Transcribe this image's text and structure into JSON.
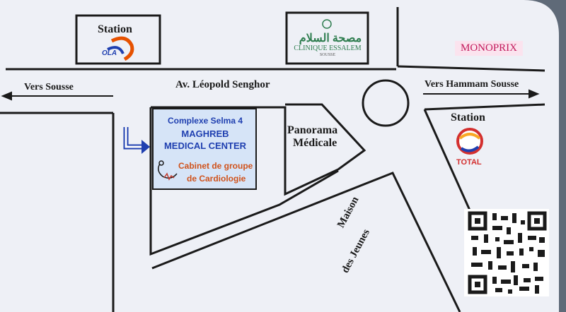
{
  "roads": {
    "main_avenue": "Av. Léopold Senghor",
    "left_direction": "Vers Sousse",
    "right_direction": "Vers Hammam Sousse"
  },
  "landmarks": {
    "station_ola": {
      "label": "Station",
      "logo_text": "OLA"
    },
    "clinique": {
      "arabic": "مصحة السلام",
      "latin": "CLINIQUE ESSALEM",
      "city": "SOUSSE"
    },
    "monoprix": {
      "label": "MONOPRIX"
    },
    "station_total": {
      "label": "Station",
      "logo_text": "TOTAL"
    },
    "panorama": {
      "line1": "Panorama",
      "line2": "Médicale"
    },
    "maison": {
      "line1": "Maison",
      "line2": "des Jeunes"
    }
  },
  "medical_center": {
    "line1": "Complexe Selma 4",
    "line2": "MAGHREB",
    "line3": "MEDICAL CENTER",
    "line4": "Cabinet de groupe",
    "line5": "de Cardiologie"
  },
  "colors": {
    "card": "#eef0f6",
    "ink": "#1a1a1a",
    "blue": "#1f3fb0",
    "orange": "#d0521b",
    "clinic_green": "#2e7d4f",
    "monoprix_pink": "#c2185b",
    "total_red": "#d32f2f"
  },
  "icons": [
    "arrow-left-icon",
    "arrow-right-icon",
    "bent-arrow-icon",
    "stethoscope-icon",
    "ola-logo-icon",
    "total-logo-icon",
    "qr-code-icon"
  ]
}
